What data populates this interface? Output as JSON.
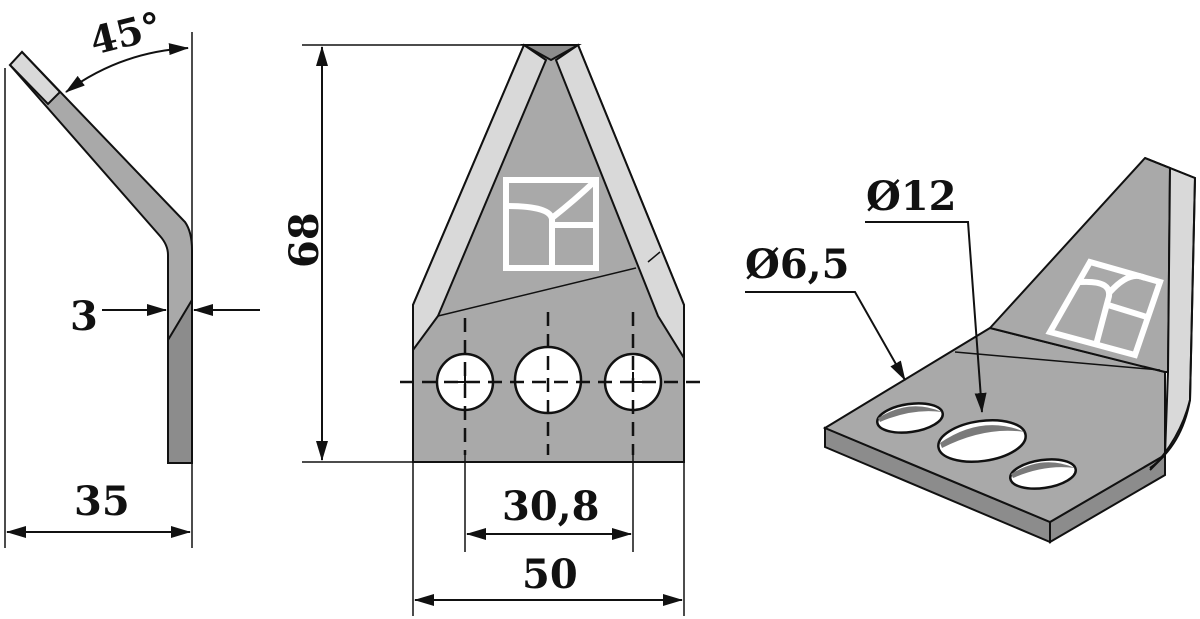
{
  "dimensions": {
    "angle": "45°",
    "thickness": "3",
    "depth": "35",
    "height": "68",
    "hole_spacing": "30,8",
    "width": "50",
    "small_hole_diameter": "Ø6,5",
    "large_hole_diameter": "Ø12"
  },
  "colors": {
    "metal": "#a9a9a9",
    "metal_edge": "#d9d9d9",
    "line": "#111111",
    "background": "#ffffff"
  },
  "icons": {
    "logo": "brand-logo-icon"
  }
}
